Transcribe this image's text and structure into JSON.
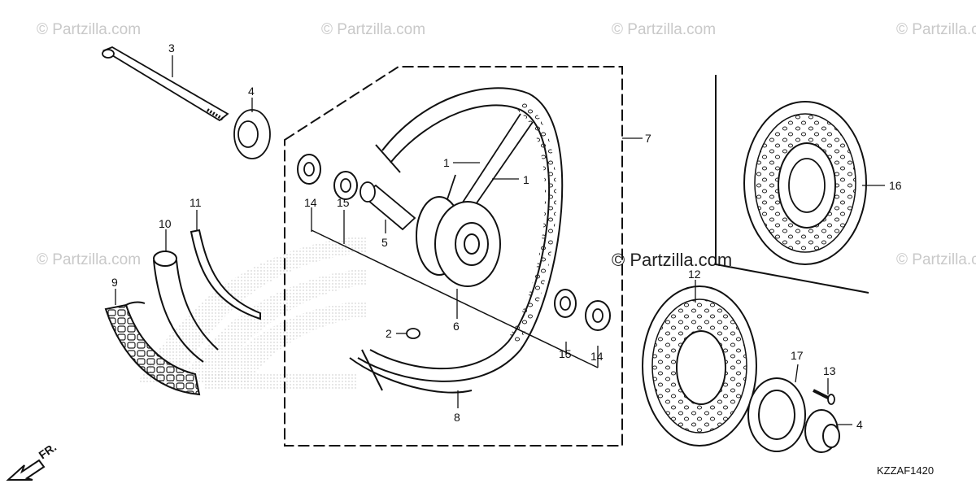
{
  "diagram": {
    "watermark_text": "© Partzilla.com",
    "center_watermark_text": "© Partzilla.com",
    "diagram_code": "KZZAF1420",
    "direction_label": "FR.",
    "callouts": {
      "c3": "3",
      "c4a": "4",
      "c7": "7",
      "c1a": "1",
      "c1b": "1",
      "c14a": "14",
      "c15a": "15",
      "c5": "5",
      "c6": "6",
      "c11": "11",
      "c10": "10",
      "c9": "9",
      "c2": "2",
      "c15b": "15",
      "c14b": "14",
      "c8": "8",
      "c16": "16",
      "c12": "12",
      "c17": "17",
      "c13": "13",
      "c4b": "4"
    }
  }
}
